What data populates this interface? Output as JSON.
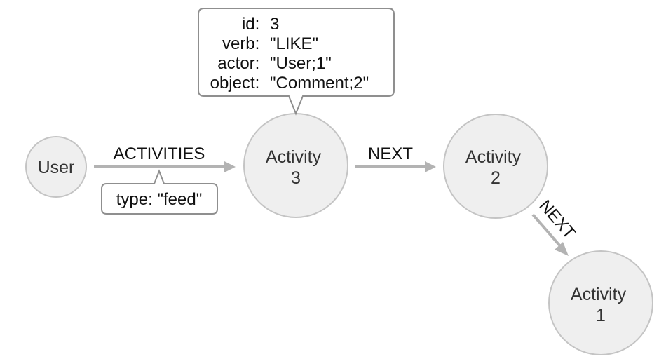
{
  "nodes": {
    "user": {
      "label": "User"
    },
    "activity3": {
      "line1": "Activity",
      "line2": "3"
    },
    "activity2": {
      "line1": "Activity",
      "line2": "2"
    },
    "activity1": {
      "line1": "Activity",
      "line2": "1"
    }
  },
  "edges": {
    "activities": {
      "label": "ACTIVITIES",
      "property_key": "type:",
      "property_value": "\"feed\""
    },
    "next_3_to_2": {
      "label": "NEXT"
    },
    "next_2_to_1": {
      "label": "NEXT"
    }
  },
  "activity3_properties": [
    {
      "key": "id:",
      "value": "3"
    },
    {
      "key": "verb:",
      "value": "\"LIKE\""
    },
    {
      "key": "actor:",
      "value": "\"User;1\""
    },
    {
      "key": "object:",
      "value": "\"Comment;2\""
    }
  ],
  "colors": {
    "node_fill": "#efefef",
    "node_stroke": "#c4c4c4",
    "edge": "#b3b3b3",
    "callout_stroke": "#8f8f8f",
    "text": "#111111"
  }
}
